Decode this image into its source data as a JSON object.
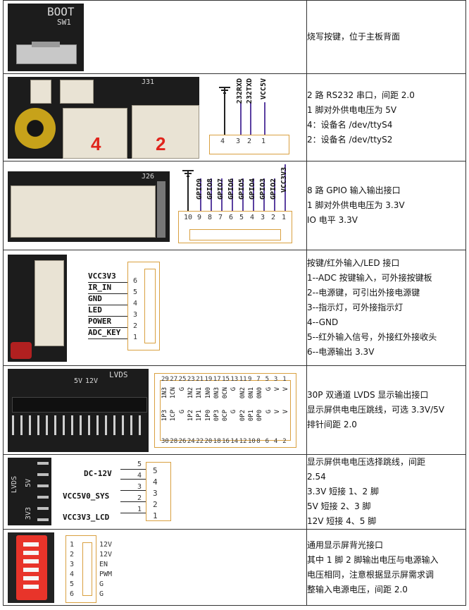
{
  "rows": [
    {
      "image": {
        "silk": [
          "BOOT",
          "SW1"
        ]
      },
      "desc": [
        "烧写按键，位于主板背面"
      ]
    },
    {
      "image": {
        "silk_j": "J31",
        "markers": [
          "4",
          "2"
        ],
        "labels": [
          "VCC5V",
          "232TXD",
          "232RXD"
        ],
        "pins": [
          "4",
          "3",
          "2",
          "1"
        ]
      },
      "desc": [
        "2 路 RS232 串口，间距 2.0",
        "1 脚对外供电电压为 5V",
        "4：设备名 /dev/ttyS4",
        "2：设备名 /dev/ttyS2"
      ]
    },
    {
      "image": {
        "silk_j": "J26",
        "labels": [
          "VCC3V3",
          "GPIO2",
          "GPIO3",
          "GPIO4",
          "GPIO5",
          "GPIO6",
          "GPIO7",
          "GPIO8",
          "GPIO9"
        ],
        "pins": [
          "10",
          "9",
          "8",
          "7",
          "6",
          "5",
          "4",
          "3",
          "2",
          "1"
        ]
      },
      "desc": [
        "8 路 GPIO 输入输出接口",
        "1 脚对外供电电压为 3.3V",
        "IO 电平 3.3V"
      ]
    },
    {
      "image": {
        "labels": [
          "VCC3V3",
          "IR_IN",
          "GND",
          "LED",
          "POWER",
          "ADC_KEY"
        ],
        "pins": [
          "6",
          "5",
          "4",
          "3",
          "2",
          "1"
        ]
      },
      "desc": [
        "按键/红外输入/LED 接口",
        "1--ADC 按键输入，可外接按键板",
        "2--电源键，可引出外接电源键",
        "3--指示灯，可外接指示灯",
        "4--GND",
        "5--红外输入信号，外接红外接收头",
        "6--电源输出 3.3V"
      ]
    },
    {
      "image": {
        "silk": [
          "LVDS",
          "5V",
          "12V"
        ],
        "top_nums": [
          "29",
          "27",
          "25",
          "23",
          "21",
          "19",
          "17",
          "15",
          "13",
          "11",
          "9",
          "7",
          "5",
          "3",
          "1"
        ],
        "top_sig": [
          "1N3",
          "1CN",
          "G",
          "1N2",
          "1N1",
          "1N0",
          "0N3",
          "0CN",
          "G",
          "0N2",
          "0N1",
          "0N0",
          "G",
          "V",
          "V"
        ],
        "bot_sig": [
          "1P3",
          "1CP",
          "G",
          "1P2",
          "1P1",
          "1P0",
          "0P3",
          "0CP",
          "G",
          "0P2",
          "0P1",
          "0P0",
          "G",
          "V",
          "V"
        ],
        "bot_nums": [
          "30",
          "28",
          "26",
          "24",
          "22",
          "20",
          "18",
          "16",
          "14",
          "12",
          "10",
          "8",
          "6",
          "4",
          "2"
        ]
      },
      "desc": [
        "30P 双通道 LVDS 显示输出接口",
        "显示屏供电电压跳线，可选 3.3V/5V",
        "排针间距 2.0"
      ]
    },
    {
      "image": {
        "silk": [
          "LVDS",
          "5V",
          "3V3"
        ],
        "labels": [
          "DC-12V",
          "VCC5V0_SYS",
          "VCC3V3_LCD"
        ],
        "left_nums": [
          "5",
          "4",
          "3",
          "2",
          "1"
        ],
        "pins": [
          "5",
          "4",
          "3",
          "2",
          "1"
        ]
      },
      "desc": [
        "显示屏供电电压选择跳线，间距",
        "2.54",
        "3.3V 短接 1、2 脚",
        "5V   短接 2、3 脚",
        "12V  短接 4、5 脚"
      ]
    },
    {
      "image": {
        "pins": [
          "1",
          "2",
          "3",
          "4",
          "5",
          "6"
        ],
        "labels": [
          "12V",
          "12V",
          "EN",
          "PWM",
          "G",
          "G"
        ]
      },
      "desc": [
        "通用显示屏背光接口",
        "其中 1 脚 2 脚输出电压与电源输入",
        "电压相同，注意根据显示屏需求调",
        "整输入电源电压，间距 2.0"
      ]
    }
  ]
}
